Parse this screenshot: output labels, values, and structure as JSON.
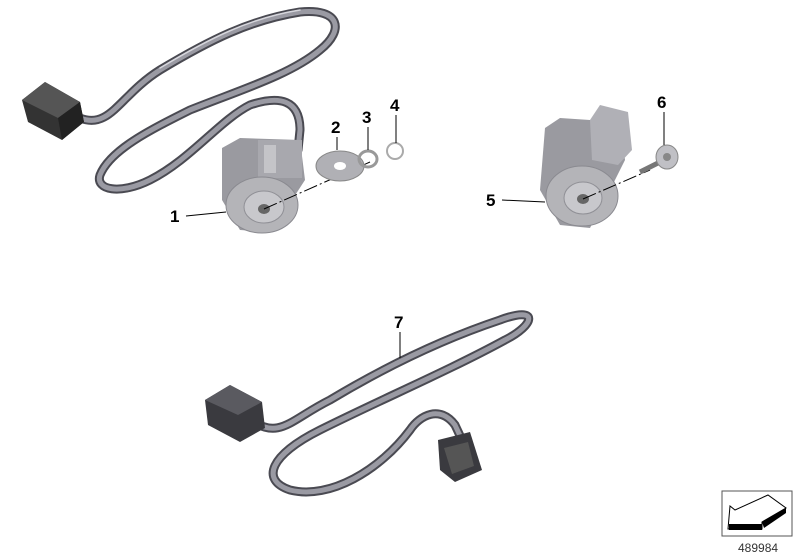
{
  "diagram": {
    "part_labels": [
      "1",
      "2",
      "3",
      "4",
      "5",
      "6",
      "7"
    ],
    "reference_number": "489984",
    "icon": "arrow-pointer-icon"
  }
}
